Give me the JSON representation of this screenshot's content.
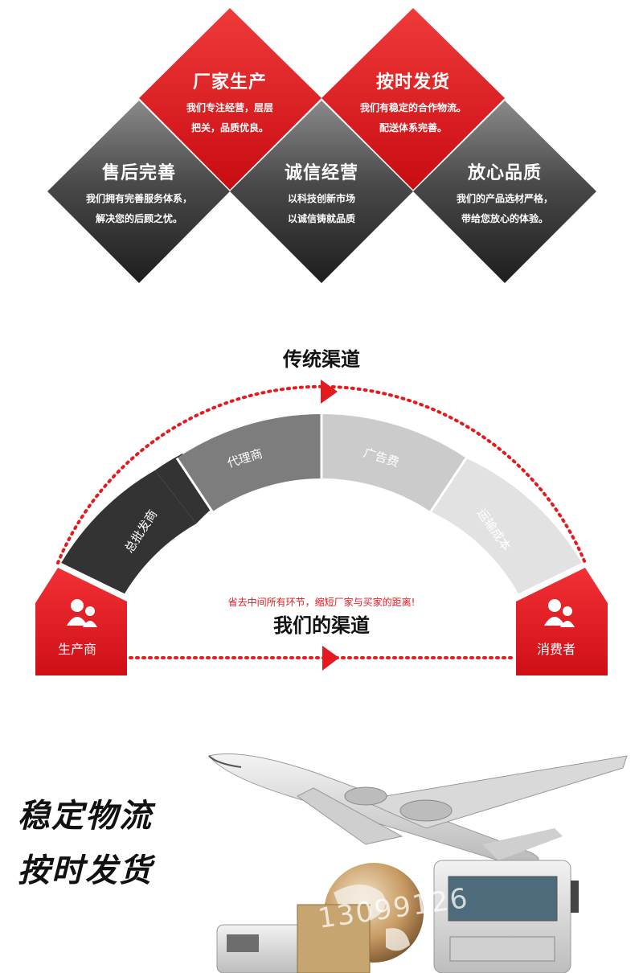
{
  "values": {
    "top_left": {
      "title": "厂家生产",
      "lines": [
        "我们专注经营，层层",
        "把关，品质优良。"
      ]
    },
    "top_right": {
      "title": "按时发货",
      "lines": [
        "我们有稳定的合作物流。",
        "配送体系完善。"
      ]
    },
    "bottom_left": {
      "title": "售后完善",
      "lines": [
        "我们拥有完善服务体系，",
        "解决您的后顾之忧。"
      ]
    },
    "bottom_mid": {
      "title": "诚信经营",
      "lines": [
        "以科技创新市场",
        "以诚信铸就品质"
      ]
    },
    "bottom_right": {
      "title": "放心品质",
      "lines": [
        "我们的产品选材严格，",
        "带给您放心的体验。"
      ]
    }
  },
  "channels": {
    "traditional_title": "传统渠道",
    "segments": [
      "总批发商",
      "代理商",
      "广告费",
      "运输成本"
    ],
    "producer": "生产商",
    "consumer": "消费者",
    "note": "省去中间所有环节，缩短厂家与买家的距离!",
    "our_title": "我们的渠道"
  },
  "logistics": {
    "line1": "稳定物流",
    "line2": "按时发货",
    "watermark": "13099126"
  },
  "colors": {
    "red": "#e51a1f",
    "dark": "#3a3a3a",
    "grey": "#808080",
    "light": "#cfcfcf"
  }
}
